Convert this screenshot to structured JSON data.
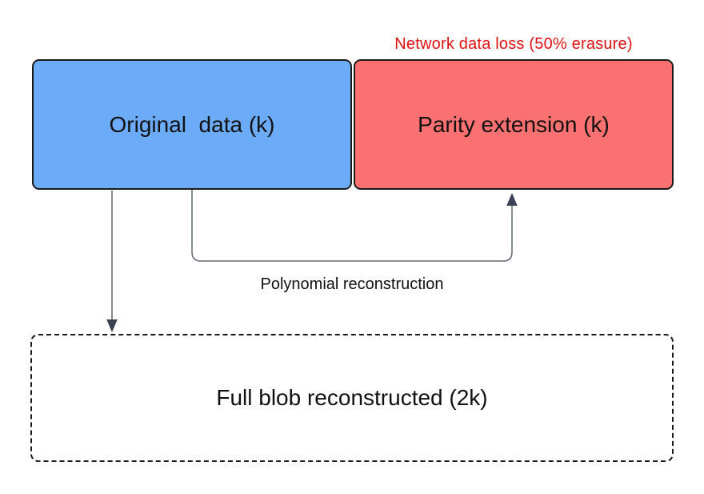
{
  "colors": {
    "background": "#ffffff",
    "original_fill": "#6cabf7",
    "parity_fill": "#fb7171",
    "box_border": "#1a1a1a",
    "loss_text": "#e01212",
    "arrow_line": "#5f6875",
    "arrow_head": "#3a434f",
    "label_text": "#111111"
  },
  "diagram": {
    "loss_annotation": "Network data loss (50% erasure)",
    "original_box_label": "Original  data (k)",
    "parity_box_label": "Parity extension (k)",
    "reconstruction_label": "Polynomial reconstruction",
    "full_blob_label": "Full blob reconstructed (2k)"
  }
}
